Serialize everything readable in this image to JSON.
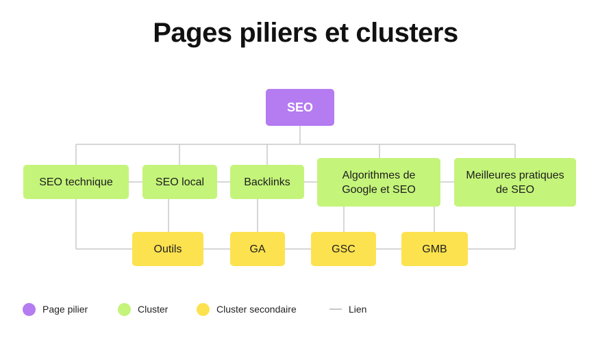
{
  "title": "Pages piliers et clusters",
  "colors": {
    "pillar": "#b57bf1",
    "cluster": "#c4f47a",
    "secondary_cluster": "#fde24f",
    "link": "#c8c8c8"
  },
  "pillar": {
    "label": "SEO"
  },
  "clusters": [
    {
      "label": "SEO technique"
    },
    {
      "label": "SEO local"
    },
    {
      "label": "Backlinks"
    },
    {
      "label": "Algorithmes de Google et SEO"
    },
    {
      "label": "Meilleures pratiques de SEO"
    }
  ],
  "secondary_clusters": [
    {
      "label": "Outils"
    },
    {
      "label": "GA"
    },
    {
      "label": "GSC"
    },
    {
      "label": "GMB"
    }
  ],
  "legend": [
    {
      "label": "Page pilier",
      "symbol": "purple-dot"
    },
    {
      "label": "Cluster",
      "symbol": "green-dot"
    },
    {
      "label": "Cluster secondaire",
      "symbol": "yellow-dot"
    },
    {
      "label": "Lien",
      "symbol": "gray-line"
    }
  ]
}
